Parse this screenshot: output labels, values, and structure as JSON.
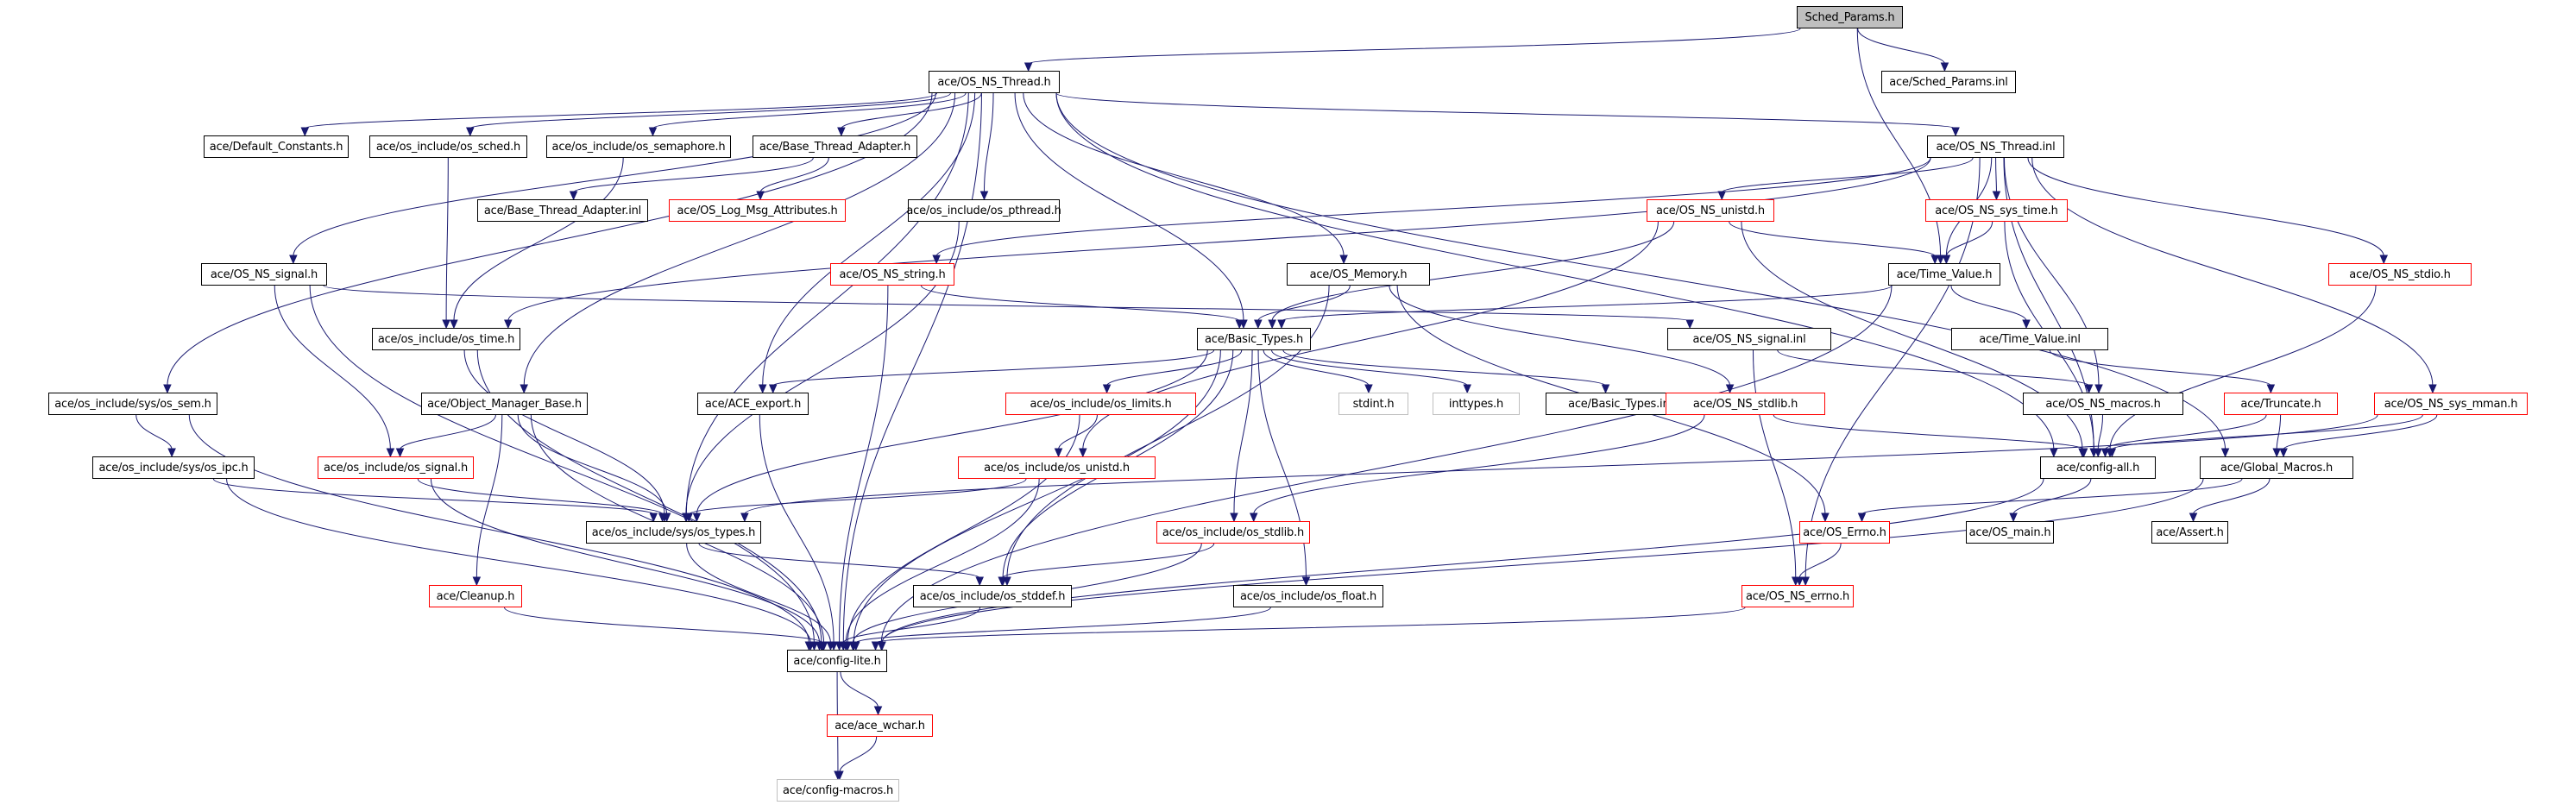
{
  "diagram": {
    "title": "Sched_Params.h include dependency graph",
    "colors": {
      "edge": "#191970",
      "documented_border": "#000000",
      "undocumented_border": "#ff0000",
      "external_border": "#bfbfbf",
      "root_fill": "#bfbfbf"
    },
    "nodes": [
      {
        "id": "sched_params_h",
        "label": "Sched_Params.h",
        "kind": "root"
      },
      {
        "id": "sched_params_inl",
        "label": "ace/Sched_Params.inl",
        "kind": "documented"
      },
      {
        "id": "os_ns_thread_h",
        "label": "ace/OS_NS_Thread.h",
        "kind": "documented"
      },
      {
        "id": "default_constants_h",
        "label": "ace/Default_Constants.h",
        "kind": "documented"
      },
      {
        "id": "os_sched_h",
        "label": "ace/os_include/os_sched.h",
        "kind": "documented"
      },
      {
        "id": "os_semaphore_h",
        "label": "ace/os_include/os_semaphore.h",
        "kind": "documented"
      },
      {
        "id": "base_thread_adapter_h",
        "label": "ace/Base_Thread_Adapter.h",
        "kind": "documented"
      },
      {
        "id": "os_ns_thread_inl",
        "label": "ace/OS_NS_Thread.inl",
        "kind": "documented"
      },
      {
        "id": "base_thread_adapter_inl",
        "label": "ace/Base_Thread_Adapter.inl",
        "kind": "documented"
      },
      {
        "id": "os_log_msg_attributes_h",
        "label": "ace/OS_Log_Msg_Attributes.h",
        "kind": "undocumented"
      },
      {
        "id": "os_pthread_h",
        "label": "ace/os_include/os_pthread.h",
        "kind": "documented"
      },
      {
        "id": "os_ns_unistd_h",
        "label": "ace/OS_NS_unistd.h",
        "kind": "undocumented"
      },
      {
        "id": "os_ns_sys_time_h",
        "label": "ace/OS_NS_sys_time.h",
        "kind": "undocumented"
      },
      {
        "id": "os_ns_signal_h",
        "label": "ace/OS_NS_signal.h",
        "kind": "documented"
      },
      {
        "id": "os_ns_string_h",
        "label": "ace/OS_NS_string.h",
        "kind": "undocumented"
      },
      {
        "id": "os_memory_h",
        "label": "ace/OS_Memory.h",
        "kind": "documented"
      },
      {
        "id": "time_value_h",
        "label": "ace/Time_Value.h",
        "kind": "documented"
      },
      {
        "id": "os_ns_stdio_h",
        "label": "ace/OS_NS_stdio.h",
        "kind": "undocumented"
      },
      {
        "id": "os_time_h",
        "label": "ace/os_include/os_time.h",
        "kind": "documented"
      },
      {
        "id": "basic_types_h",
        "label": "ace/Basic_Types.h",
        "kind": "documented"
      },
      {
        "id": "os_ns_signal_inl",
        "label": "ace/OS_NS_signal.inl",
        "kind": "documented"
      },
      {
        "id": "time_value_inl",
        "label": "ace/Time_Value.inl",
        "kind": "documented"
      },
      {
        "id": "os_sem_h",
        "label": "ace/os_include/sys/os_sem.h",
        "kind": "documented"
      },
      {
        "id": "object_manager_base_h",
        "label": "ace/Object_Manager_Base.h",
        "kind": "documented"
      },
      {
        "id": "ace_export_h",
        "label": "ace/ACE_export.h",
        "kind": "documented"
      },
      {
        "id": "os_limits_h",
        "label": "ace/os_include/os_limits.h",
        "kind": "undocumented"
      },
      {
        "id": "stdint_h",
        "label": "stdint.h",
        "kind": "external"
      },
      {
        "id": "inttypes_h",
        "label": "inttypes.h",
        "kind": "external"
      },
      {
        "id": "basic_types_inl",
        "label": "ace/Basic_Types.inl",
        "kind": "documented"
      },
      {
        "id": "os_ns_stdlib_h",
        "label": "ace/OS_NS_stdlib.h",
        "kind": "undocumented"
      },
      {
        "id": "os_ns_macros_h",
        "label": "ace/OS_NS_macros.h",
        "kind": "documented"
      },
      {
        "id": "truncate_h",
        "label": "ace/Truncate.h",
        "kind": "undocumented"
      },
      {
        "id": "os_ns_sys_mman_h",
        "label": "ace/OS_NS_sys_mman.h",
        "kind": "undocumented"
      },
      {
        "id": "os_ipc_h",
        "label": "ace/os_include/sys/os_ipc.h",
        "kind": "documented"
      },
      {
        "id": "os_signal_h",
        "label": "ace/os_include/os_signal.h",
        "kind": "undocumented"
      },
      {
        "id": "os_unistd_h",
        "label": "ace/os_include/os_unistd.h",
        "kind": "undocumented"
      },
      {
        "id": "config_all_h",
        "label": "ace/config-all.h",
        "kind": "documented"
      },
      {
        "id": "global_macros_h",
        "label": "ace/Global_Macros.h",
        "kind": "documented"
      },
      {
        "id": "os_types_h",
        "label": "ace/os_include/sys/os_types.h",
        "kind": "documented"
      },
      {
        "id": "os_stdlib_h",
        "label": "ace/os_include/os_stdlib.h",
        "kind": "undocumented"
      },
      {
        "id": "os_errno_h",
        "label": "ace/OS_Errno.h",
        "kind": "undocumented"
      },
      {
        "id": "os_main_h",
        "label": "ace/OS_main.h",
        "kind": "documented"
      },
      {
        "id": "assert_h",
        "label": "ace/Assert.h",
        "kind": "documented"
      },
      {
        "id": "cleanup_h",
        "label": "ace/Cleanup.h",
        "kind": "undocumented"
      },
      {
        "id": "os_stddef_h",
        "label": "ace/os_include/os_stddef.h",
        "kind": "documented"
      },
      {
        "id": "os_float_h",
        "label": "ace/os_include/os_float.h",
        "kind": "documented"
      },
      {
        "id": "os_ns_errno_h",
        "label": "ace/OS_NS_errno.h",
        "kind": "undocumented"
      },
      {
        "id": "config_lite_h",
        "label": "ace/config-lite.h",
        "kind": "documented"
      },
      {
        "id": "ace_wchar_h",
        "label": "ace/ace_wchar.h",
        "kind": "undocumented"
      },
      {
        "id": "config_macros_h",
        "label": "ace/config-macros.h",
        "kind": "external"
      }
    ],
    "edges": [
      [
        "sched_params_h",
        "os_ns_thread_h"
      ],
      [
        "sched_params_h",
        "sched_params_inl"
      ],
      [
        "sched_params_h",
        "time_value_h"
      ],
      [
        "os_ns_thread_h",
        "default_constants_h"
      ],
      [
        "os_ns_thread_h",
        "os_sched_h"
      ],
      [
        "os_ns_thread_h",
        "os_semaphore_h"
      ],
      [
        "os_ns_thread_h",
        "base_thread_adapter_h"
      ],
      [
        "os_ns_thread_h",
        "os_pthread_h"
      ],
      [
        "os_ns_thread_h",
        "os_ns_signal_h"
      ],
      [
        "os_ns_thread_h",
        "os_sem_h"
      ],
      [
        "os_ns_thread_h",
        "object_manager_base_h"
      ],
      [
        "os_ns_thread_h",
        "ace_export_h"
      ],
      [
        "os_ns_thread_h",
        "basic_types_h"
      ],
      [
        "os_ns_thread_h",
        "os_memory_h"
      ],
      [
        "os_ns_thread_h",
        "os_ns_thread_inl"
      ],
      [
        "os_ns_thread_h",
        "config_all_h"
      ],
      [
        "os_ns_thread_h",
        "global_macros_h"
      ],
      [
        "os_ns_thread_h",
        "os_types_h"
      ],
      [
        "os_ns_thread_h",
        "config_lite_h"
      ],
      [
        "base_thread_adapter_h",
        "base_thread_adapter_inl"
      ],
      [
        "base_thread_adapter_h",
        "os_log_msg_attributes_h"
      ],
      [
        "os_sched_h",
        "os_time_h"
      ],
      [
        "os_semaphore_h",
        "os_time_h"
      ],
      [
        "os_pthread_h",
        "os_types_h"
      ],
      [
        "os_ns_thread_inl",
        "os_ns_string_h"
      ],
      [
        "os_ns_thread_inl",
        "os_ns_unistd_h"
      ],
      [
        "os_ns_thread_inl",
        "os_ns_sys_time_h"
      ],
      [
        "os_ns_thread_inl",
        "time_value_h"
      ],
      [
        "os_ns_thread_inl",
        "os_ns_stdio_h"
      ],
      [
        "os_ns_thread_inl",
        "os_ns_sys_mman_h"
      ],
      [
        "os_ns_thread_inl",
        "os_ns_macros_h"
      ],
      [
        "os_ns_thread_inl",
        "os_ns_errno_h"
      ],
      [
        "os_ns_thread_inl",
        "config_all_h"
      ],
      [
        "os_ns_thread_inl",
        "os_time_h"
      ],
      [
        "os_ns_unistd_h",
        "basic_types_h"
      ],
      [
        "os_ns_unistd_h",
        "time_value_h"
      ],
      [
        "os_ns_unistd_h",
        "os_unistd_h"
      ],
      [
        "os_ns_unistd_h",
        "config_all_h"
      ],
      [
        "os_ns_sys_time_h",
        "time_value_h"
      ],
      [
        "os_ns_sys_time_h",
        "config_all_h"
      ],
      [
        "os_ns_signal_h",
        "os_signal_h"
      ],
      [
        "os_ns_signal_h",
        "os_ns_signal_inl"
      ],
      [
        "os_ns_signal_h",
        "config_lite_h"
      ],
      [
        "os_ns_string_h",
        "basic_types_h"
      ],
      [
        "os_ns_string_h",
        "config_lite_h"
      ],
      [
        "os_memory_h",
        "basic_types_h"
      ],
      [
        "os_memory_h",
        "os_ns_stdlib_h"
      ],
      [
        "os_memory_h",
        "os_errno_h"
      ],
      [
        "os_memory_h",
        "os_stddef_h"
      ],
      [
        "time_value_h",
        "basic_types_h"
      ],
      [
        "time_value_h",
        "time_value_inl"
      ],
      [
        "time_value_h",
        "config_lite_h"
      ],
      [
        "os_ns_stdio_h",
        "config_all_h"
      ],
      [
        "os_time_h",
        "os_types_h"
      ],
      [
        "os_time_h",
        "config_lite_h"
      ],
      [
        "basic_types_h",
        "ace_export_h"
      ],
      [
        "basic_types_h",
        "os_limits_h"
      ],
      [
        "basic_types_h",
        "stdint_h"
      ],
      [
        "basic_types_h",
        "inttypes_h"
      ],
      [
        "basic_types_h",
        "basic_types_inl"
      ],
      [
        "basic_types_h",
        "os_types_h"
      ],
      [
        "basic_types_h",
        "os_stdlib_h"
      ],
      [
        "basic_types_h",
        "os_stddef_h"
      ],
      [
        "basic_types_h",
        "os_float_h"
      ],
      [
        "basic_types_h",
        "config_lite_h"
      ],
      [
        "os_ns_signal_inl",
        "os_ns_macros_h"
      ],
      [
        "os_ns_signal_inl",
        "os_ns_errno_h"
      ],
      [
        "time_value_inl",
        "truncate_h"
      ],
      [
        "os_sem_h",
        "os_ipc_h"
      ],
      [
        "os_sem_h",
        "config_lite_h"
      ],
      [
        "object_manager_base_h",
        "os_signal_h"
      ],
      [
        "object_manager_base_h",
        "cleanup_h"
      ],
      [
        "object_manager_base_h",
        "os_types_h"
      ],
      [
        "object_manager_base_h",
        "config_lite_h"
      ],
      [
        "ace_export_h",
        "config_lite_h"
      ],
      [
        "os_limits_h",
        "os_unistd_h"
      ],
      [
        "os_limits_h",
        "config_lite_h"
      ],
      [
        "os_ns_stdlib_h",
        "os_stdlib_h"
      ],
      [
        "os_ns_stdlib_h",
        "config_all_h"
      ],
      [
        "os_ns_macros_h",
        "config_all_h"
      ],
      [
        "truncate_h",
        "config_all_h"
      ],
      [
        "truncate_h",
        "global_macros_h"
      ],
      [
        "os_ns_sys_mman_h",
        "config_all_h"
      ],
      [
        "os_ns_sys_mman_h",
        "global_macros_h"
      ],
      [
        "os_ns_sys_mman_h",
        "os_types_h"
      ],
      [
        "os_ipc_h",
        "os_types_h"
      ],
      [
        "os_ipc_h",
        "config_lite_h"
      ],
      [
        "os_signal_h",
        "os_types_h"
      ],
      [
        "os_signal_h",
        "config_lite_h"
      ],
      [
        "os_unistd_h",
        "os_types_h"
      ],
      [
        "os_unistd_h",
        "config_lite_h"
      ],
      [
        "config_all_h",
        "os_main_h"
      ],
      [
        "config_all_h",
        "config_lite_h"
      ],
      [
        "global_macros_h",
        "assert_h"
      ],
      [
        "global_macros_h",
        "os_errno_h"
      ],
      [
        "global_macros_h",
        "config_lite_h"
      ],
      [
        "os_types_h",
        "os_stddef_h"
      ],
      [
        "os_types_h",
        "config_lite_h"
      ],
      [
        "os_stdlib_h",
        "os_stddef_h"
      ],
      [
        "os_stdlib_h",
        "config_lite_h"
      ],
      [
        "os_errno_h",
        "os_ns_errno_h"
      ],
      [
        "cleanup_h",
        "config_lite_h"
      ],
      [
        "os_stddef_h",
        "config_lite_h"
      ],
      [
        "os_float_h",
        "config_lite_h"
      ],
      [
        "os_ns_errno_h",
        "config_lite_h"
      ],
      [
        "config_lite_h",
        "ace_wchar_h"
      ],
      [
        "config_lite_h",
        "config_macros_h"
      ],
      [
        "ace_wchar_h",
        "config_macros_h"
      ]
    ]
  }
}
